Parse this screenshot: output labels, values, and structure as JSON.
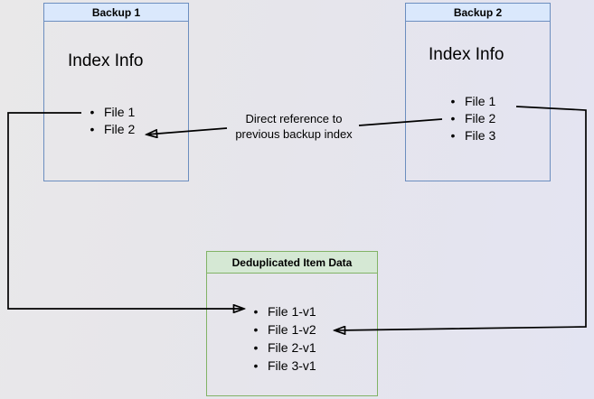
{
  "backup1": {
    "title": "Backup 1",
    "subtitle": "Index Info",
    "files": [
      "File 1",
      "File 2"
    ]
  },
  "backup2": {
    "title": "Backup 2",
    "subtitle": "Index Info",
    "files": [
      "File 1",
      "File 2",
      "File 3"
    ]
  },
  "dedup": {
    "title": "Deduplicated Item Data",
    "files": [
      "File 1-v1",
      "File 1-v2",
      "File 2-v1",
      "File 3-v1"
    ]
  },
  "annotation": {
    "line1": "Direct reference to",
    "line2": "previous backup index"
  },
  "bullet_char": "•",
  "colors": {
    "blue_fill": "#dae8fc",
    "blue_border": "#6c8ebf",
    "green_fill": "#d5e8d4",
    "green_border": "#82b366",
    "arrow": "#000000",
    "background_left": "#e9e8e9",
    "background_right": "#e3e4f2"
  }
}
